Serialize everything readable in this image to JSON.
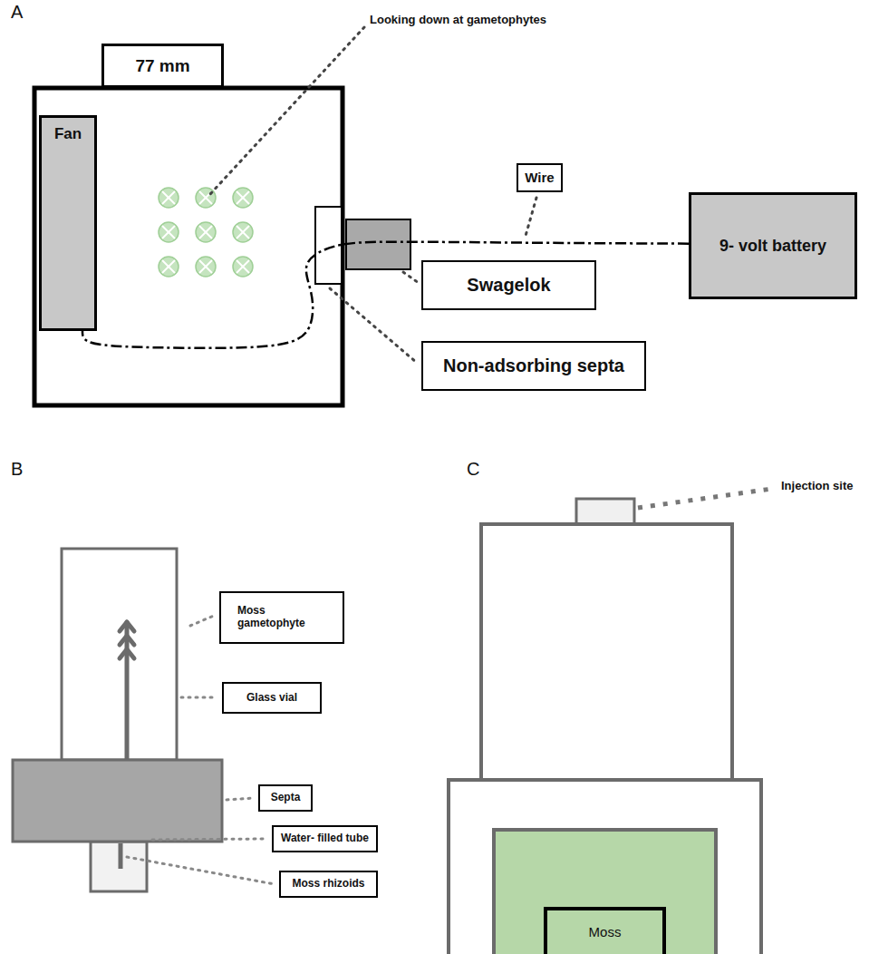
{
  "diagram": {
    "nodes": [
      {
        "text": [
          "77 mm"
        ]
      },
      {
        "text": [
          "Fan"
        ]
      },
      {
        "text": [
          "Wire"
        ]
      },
      {
        "text": [
          "9- volt battery"
        ]
      },
      {
        "text": [
          "Swagelok"
        ]
      },
      {
        "text": [
          "Non-adsorbing septa"
        ]
      },
      {
        "text": [
          "Moss gametophyte"
        ]
      },
      {
        "text": [
          "Glass vial"
        ]
      },
      {
        "text": [
          "Septa"
        ]
      },
      {
        "text": [
          "Water- filled tube"
        ]
      },
      {
        "text": [
          "Moss rhizoids"
        ]
      },
      {
        "text": [
          "Moss"
        ]
      }
    ],
    "edges": [
      {
        "from": 3,
        "to": 1,
        "arrow": "none"
      }
    ],
    "labels": [
      "A",
      "Looking down at gametophytes",
      "B",
      "C",
      "Injection site"
    ]
  }
}
